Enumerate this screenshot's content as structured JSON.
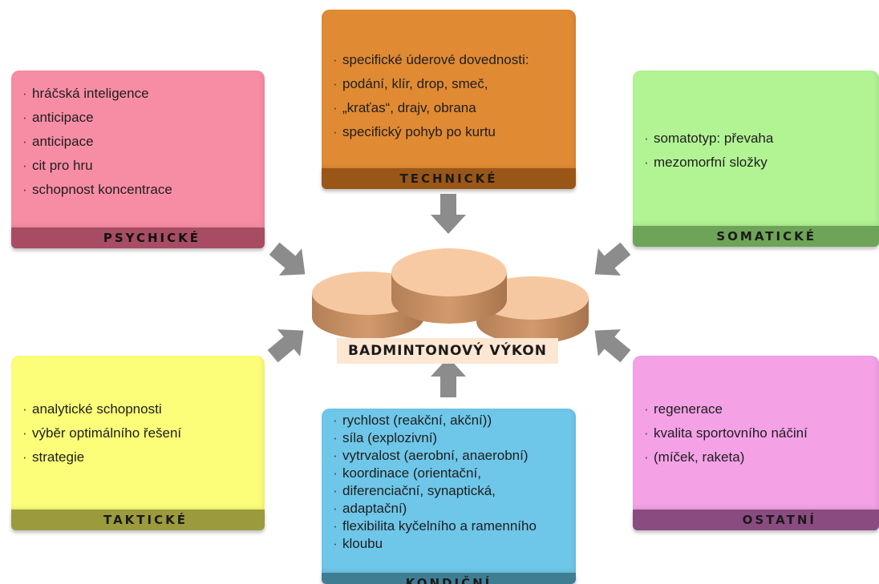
{
  "center": {
    "label": "BADMINTONOVÝ VÝKON"
  },
  "boxes": {
    "psychicke": {
      "title": "PSYCHICKÉ",
      "items": [
        "hráčská inteligence",
        "anticipace",
        "anticipace",
        "cit pro hru",
        "schopnost koncentrace"
      ],
      "color": "#f78da5"
    },
    "technicke": {
      "title": "TECHNICKÉ",
      "items": [
        "specifické úderové dovednosti:",
        "podání, klír, drop, smeč,",
        "„kraťas“,  drajv, obrana",
        "specifický pohyb po kurtu"
      ],
      "color": "#e08a33"
    },
    "somaticke": {
      "title": "SOMATICKÉ",
      "items": [
        "somatotyp: převaha",
        "mezomorfní složky"
      ],
      "color": "#b2f394"
    },
    "takticke": {
      "title": "TAKTICKÉ",
      "items": [
        "analytické schopnosti",
        "výběr optimálního řešení",
        "strategie"
      ],
      "color": "#fcfd78"
    },
    "kondicni": {
      "title": "KONDIČNÍ",
      "items": [
        "rychlost (reakční, akční))",
        "síla (explozivní)",
        "vytrvalost (aerobní, anaerobní)",
        "koordinace (orientační,",
        "diferenciační, synaptická,",
        "adaptační)",
        "flexibilita kyčelního a ramenního",
        "kloubu"
      ],
      "color": "#6ec6e8"
    },
    "ostatni": {
      "title": "OSTATNÍ",
      "items": [
        "regenerace",
        "kvalita sportovního náčiní",
        "(míček, raketa)"
      ],
      "color": "#f4a1e6"
    }
  }
}
